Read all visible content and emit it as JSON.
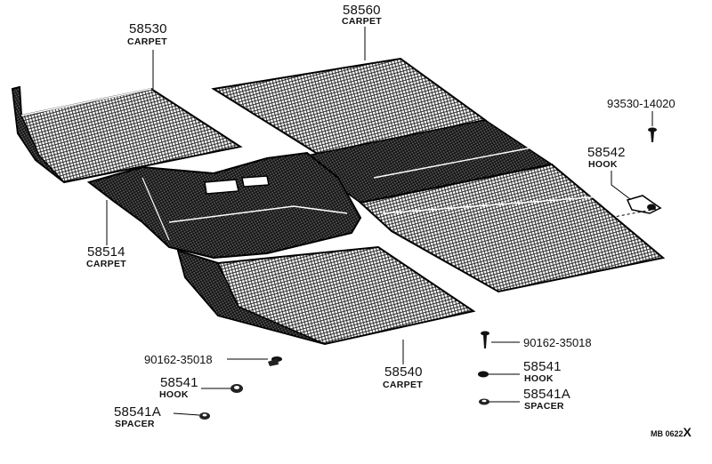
{
  "parts": {
    "p58530": {
      "number": "58530",
      "name": "CARPET"
    },
    "p58560": {
      "number": "58560",
      "name": "CARPET"
    },
    "p93530": {
      "number": "93530-14020"
    },
    "p58542": {
      "number": "58542",
      "name": "HOOK"
    },
    "p58514": {
      "number": "58514",
      "name": "CARPET"
    },
    "p90162_left": {
      "number": "90162-35018"
    },
    "p90162_right": {
      "number": "90162-35018"
    },
    "p58541_left": {
      "number": "58541",
      "name": "HOOK"
    },
    "p58541_right": {
      "number": "58541",
      "name": "HOOK"
    },
    "p58541A_left": {
      "number": "58541A",
      "name": "SPACER"
    },
    "p58541A_right": {
      "number": "58541A",
      "name": "SPACER"
    },
    "p58540": {
      "number": "58540",
      "name": "CARPET"
    }
  },
  "diagram_code": {
    "prefix": "MB 0622",
    "suffix": "X"
  }
}
